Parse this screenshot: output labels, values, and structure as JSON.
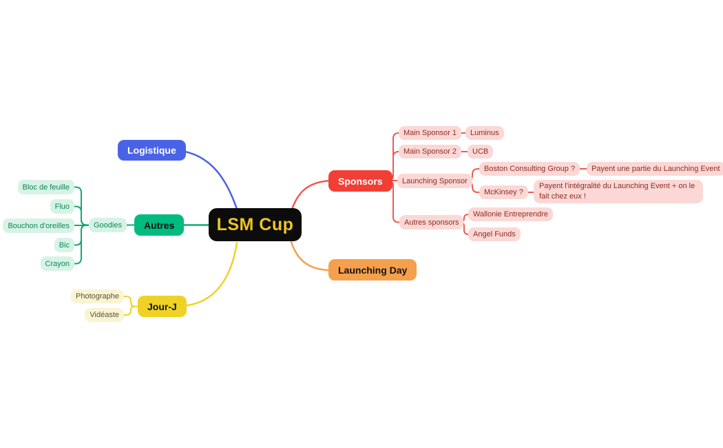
{
  "palette": {
    "center_bg": "#0c0c0c",
    "center_text": "#eec51e",
    "blue": "#4a63e6",
    "green": "#00bb80",
    "green_line": "#10a873",
    "green_leaf_bg": "#d6f3e6",
    "green_leaf_text": "#12845a",
    "yellow": "#f0d226",
    "yellow_leaf_bg": "#faf4d2",
    "yellow_leaf_text": "#55523a",
    "red": "#f23f36",
    "red_line": "#ec5a50",
    "red_leaf_bg": "#fbd8d5",
    "red_leaf_text": "#8e2b23",
    "orange": "#f5a04c"
  },
  "root": {
    "label": "LSM Cup"
  },
  "branches": {
    "logistique": {
      "label": "Logistique"
    },
    "autres": {
      "label": "Autres",
      "goodies": {
        "label": "Goodies",
        "items": [
          "Bloc de feuille",
          "Fluo",
          "Bouchon d'oreilles",
          "Bic",
          "Crayon"
        ]
      }
    },
    "jourj": {
      "label": "Jour-J",
      "items": [
        "Photographe",
        "Vidéaste"
      ]
    },
    "sponsors": {
      "label": "Sponsors",
      "main1": {
        "label": "Main Sponsor 1",
        "value": "Luminus"
      },
      "main2": {
        "label": "Main Sponsor 2",
        "value": "UCB"
      },
      "launching": {
        "label": "Launching Sponsor",
        "bcg": {
          "label": "Boston Consulting Group ?",
          "note": "Payent une partie du Launching Event"
        },
        "mckinsey": {
          "label": "McKinsey ?",
          "note": "Payent l'intégralité du Launching Event + on le fait chez eux !"
        }
      },
      "autres_sponsors": {
        "label": "Autres sponsors",
        "items": [
          "Wallonie Entreprendre",
          "Angel Funds"
        ]
      }
    },
    "launching_day": {
      "label": "Launching Day"
    }
  }
}
